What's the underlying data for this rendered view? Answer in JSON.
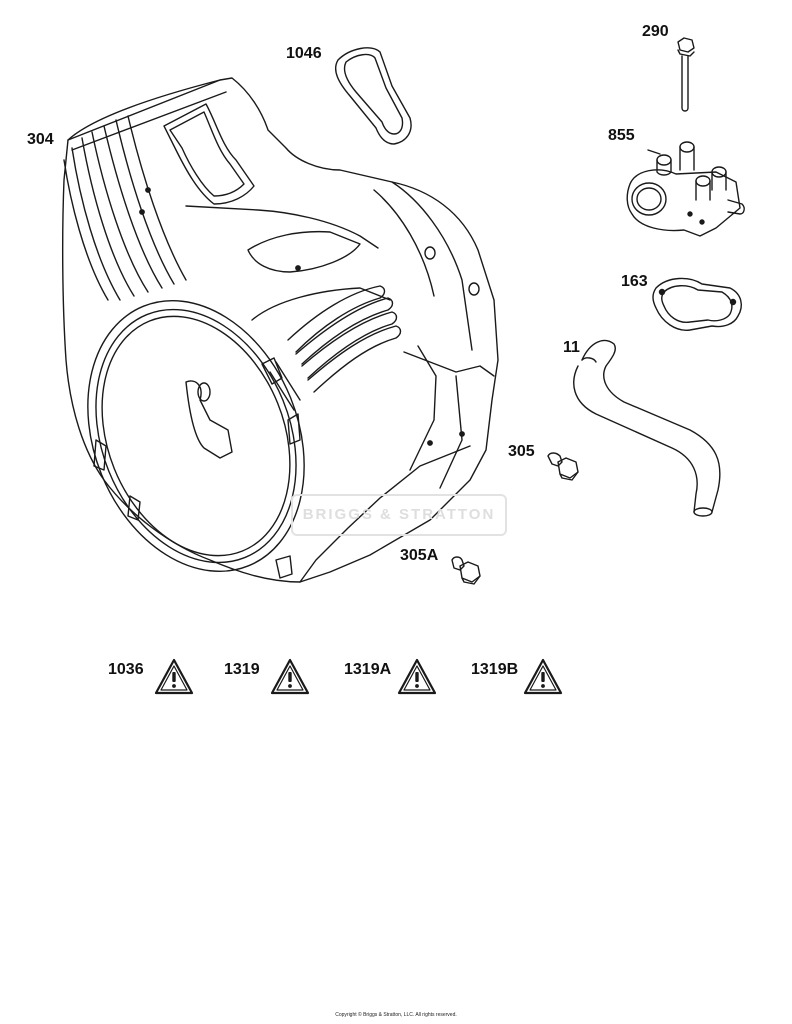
{
  "callouts": {
    "blower_housing": "304",
    "seal": "1046",
    "bolt_290": "290",
    "fitting": "855",
    "gasket": "163",
    "hose": "11",
    "screw_305": "305",
    "screw_305a": "305A"
  },
  "decals": [
    {
      "label": "1036",
      "icon": "warning-triangle-icon"
    },
    {
      "label": "1319",
      "icon": "warning-triangle-icon"
    },
    {
      "label": "1319A",
      "icon": "warning-triangle-icon"
    },
    {
      "label": "1319B",
      "icon": "warning-triangle-icon"
    }
  ],
  "watermark": "BRIGGS & STRATTON",
  "copyright": "Copyright © Briggs & Stratton, LLC. All rights reserved.",
  "colors": {
    "line": "#1a1a1a",
    "background": "#ffffff"
  }
}
